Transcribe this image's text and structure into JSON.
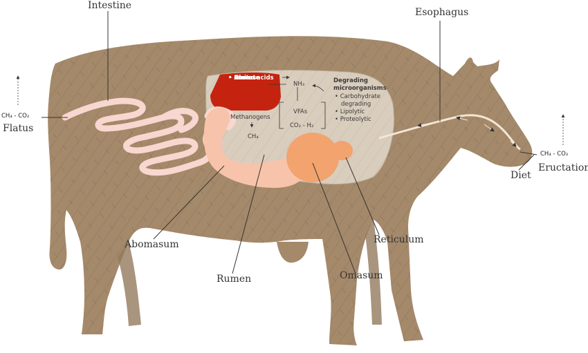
{
  "labels": {
    "intestine": "Intestine",
    "esophagus": "Esophagus",
    "flatus": "Flatus",
    "eructation": "Eructation",
    "diet": "Diet",
    "abomasum": "Abomasum",
    "rumen": "Rumen",
    "omasum": "Omasum",
    "reticulum": "Reticulum"
  },
  "gases": {
    "flatus_gas": "CH₄ - CO₂",
    "eructation_gas": "CH₄ - CO₂"
  },
  "liver_box": {
    "items": [
      "Urea",
      "amino acids",
      "Acetate",
      "Glucose"
    ]
  },
  "rumen_text": {
    "nh3": "NH₃",
    "degrading_title_1": "Degrading",
    "degrading_title_2": "microorganisms",
    "micro_items": [
      "Carbohydrate",
      "degrading",
      "Lipolytic",
      "Proteolytic"
    ],
    "vfas": "VFAs",
    "co2_h2": "CO₂ - H₂",
    "methanogens": "Methanogens",
    "ch4": "CH₄"
  },
  "colors": {
    "body": "#a4896a",
    "hatch": "#7d6651",
    "rumen_sac": "#d9cdbd",
    "liver": "#c4240f",
    "intestine": "#f7d7cf",
    "abomasum": "#f7c3aa",
    "omasum_reticulum": "#f2a36e",
    "line": "#333333"
  }
}
